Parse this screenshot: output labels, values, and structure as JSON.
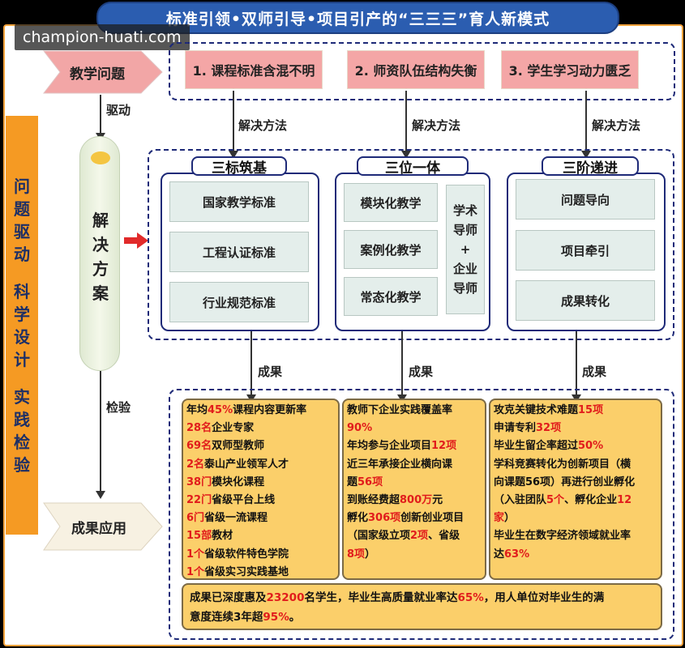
{
  "title": "标准引领•双师引导•项目引产的“三三三”育人新模式",
  "watermark": "champion-huati.com",
  "side_label": {
    "line1": "问题驱动",
    "line2": "科学设计",
    "line3": "实践检验"
  },
  "stages": {
    "problem": "教学问题",
    "solution": "解决方案",
    "application": "成果应用",
    "drive": "驱动",
    "check": "检验"
  },
  "problems": [
    "1. 课程标准含混不明",
    "2. 师资队伍结构失衡",
    "3. 学生学习动力匮乏"
  ],
  "method_label": "解决方法",
  "result_label": "成果",
  "groups": [
    {
      "title": "三标筑基",
      "items": [
        "国家教学标准",
        "工程认证标准",
        "行业规范标准"
      ]
    },
    {
      "title": "三位一体",
      "items": [
        "模块化教学",
        "案例化教学",
        "常态化教学"
      ],
      "side": "学术导师+企业导师"
    },
    {
      "title": "三阶递进",
      "items": [
        "问题导向",
        "项目牵引",
        "成果转化"
      ]
    }
  ],
  "results": {
    "col1": [
      {
        "hl": "",
        "pre": "年均",
        "num": "45%",
        "post": "课程内容更新率"
      },
      {
        "pre": "",
        "num": "28名",
        "post": "企业专家"
      },
      {
        "pre": "",
        "num": "69名",
        "post": "双师型教师"
      },
      {
        "pre": "",
        "num": "2名",
        "post": "泰山产业领军人才"
      },
      {
        "pre": "",
        "num": "38门",
        "post": "模块化课程"
      },
      {
        "pre": "",
        "num": "22门",
        "post": "省级平台上线"
      },
      {
        "pre": "",
        "num": "6门",
        "post": "省级一流课程"
      },
      {
        "pre": "",
        "num": "15部",
        "post": "教材"
      },
      {
        "pre": "",
        "num": "1个",
        "post": "省级软件特色学院"
      },
      {
        "pre": "",
        "num": "1个",
        "post": "省级实习实践基地"
      }
    ],
    "col2": [
      {
        "pre": "教师下企业实践覆盖率",
        "num": "",
        "post": ""
      },
      {
        "pre": "",
        "num": "90%",
        "post": ""
      },
      {
        "pre": "年均参与企业项目",
        "num": "12项",
        "post": ""
      },
      {
        "pre": "近三年承接企业横向课",
        "num": "",
        "post": ""
      },
      {
        "pre": "题",
        "num": "56项",
        "post": ""
      },
      {
        "pre": "到账经费超",
        "num": "800万",
        "post": "元"
      },
      {
        "pre": "孵化",
        "num": "306项",
        "post": "创新创业项目"
      },
      {
        "pre": "（国家级立项",
        "num": "2项",
        "post": "、省级"
      },
      {
        "pre": "",
        "num": "8项",
        "post": "）"
      }
    ],
    "col3": [
      {
        "pre": "攻克关键技术难题",
        "num": "15项",
        "post": ""
      },
      {
        "pre": "申请专利",
        "num": "32项",
        "post": ""
      },
      {
        "pre": "毕业生留企率超过",
        "num": "50%",
        "post": ""
      },
      {
        "pre": "学科竞赛转化为创新项目（横",
        "num": "",
        "post": ""
      },
      {
        "pre": "向课题56项）再进行创业孵化",
        "num": "",
        "post": ""
      },
      {
        "pre": "（入驻团队",
        "num": "5个",
        "post": "、孵化企业",
        "num2": "12"
      },
      {
        "pre": "",
        "num": "家",
        "post": "）"
      },
      {
        "pre": "毕业生在数字经济领域就业率",
        "num": "",
        "post": ""
      },
      {
        "pre": "达",
        "num": "63%",
        "post": ""
      }
    ],
    "summary": {
      "p1": "成果已深度惠及",
      "n1": "23200",
      "p2": "名学生，毕业生高质量就业率达",
      "n2": "65%",
      "p3": "，用人单位对毕业生的满",
      "p4": "意度连续3年超",
      "n3": "95%",
      "p5": "。"
    }
  }
}
